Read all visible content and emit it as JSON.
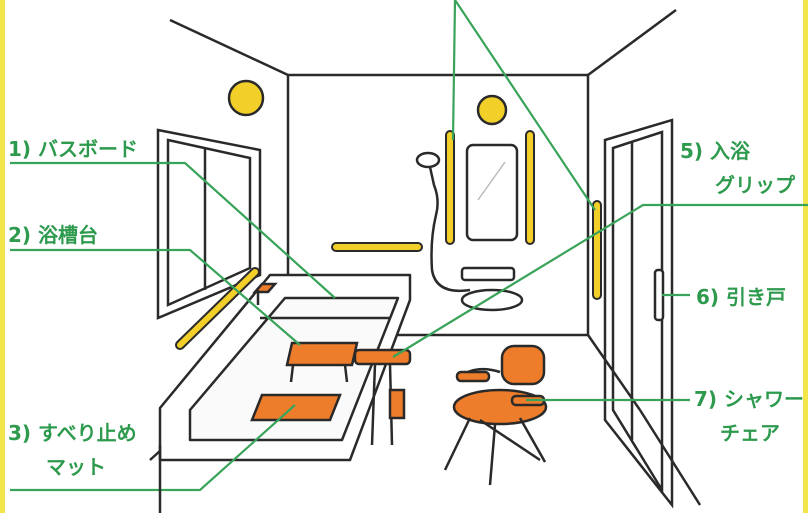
{
  "labels": {
    "bath_board": "1) バスボード",
    "bath_platform": "2) 浴槽台",
    "mat_line1": "3) すべり止め",
    "mat_line2": "マット",
    "grip_line1": "5) 入浴",
    "grip_line2": "グリップ",
    "sliding_door": "6) 引き戸",
    "chair_line1": "7) シャワー",
    "chair_line2": "チェア"
  },
  "colors": {
    "label_green": "#2e9a4e",
    "leader_green": "#3aa35a",
    "outline": "#2a2a2a",
    "handrail_yellow": "#f3cf2a",
    "equipment_orange": "#ee7d2b",
    "edge_yellow": "#f2e64a"
  }
}
